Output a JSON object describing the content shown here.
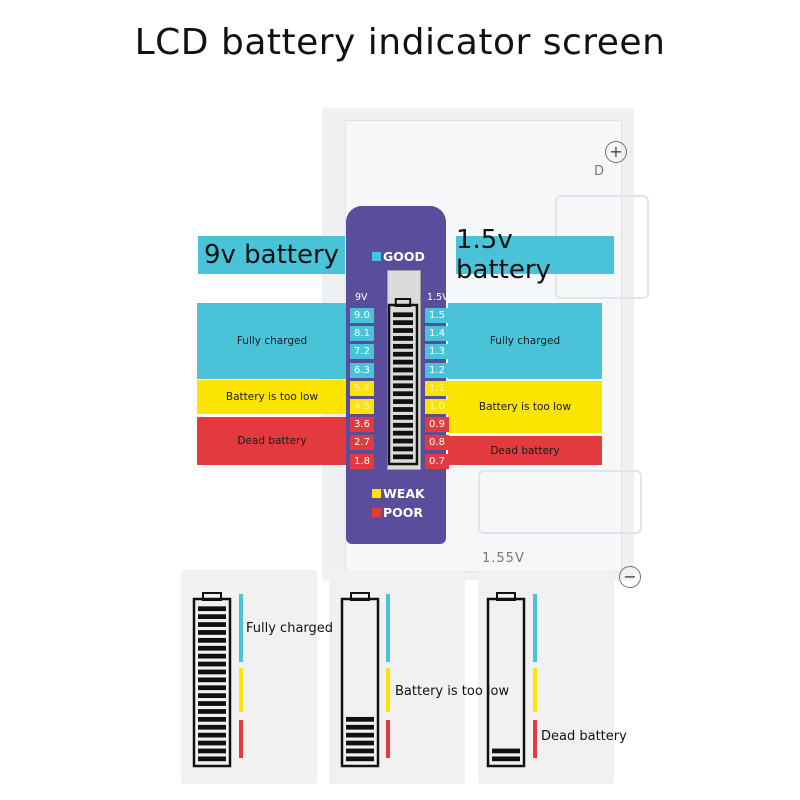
{
  "title": "LCD battery indicator screen",
  "device": {
    "d_label": "D",
    "voltage_label": "1.55V",
    "plus_symbol": "+",
    "minus_symbol": "−"
  },
  "tester": {
    "good_label": "GOOD",
    "weak_label": "WEAK",
    "poor_label": "POOR",
    "header_9v": "9V",
    "header_1_5v": "1.5V",
    "scale_9v": [
      "9.0",
      "8.1",
      "7.2",
      "6.3",
      "5.4",
      "4.5",
      "3.6",
      "2.7",
      "1.8"
    ],
    "scale_1_5v": [
      "1.5",
      "1.4",
      "1.3",
      "1.2",
      "1.1",
      "1.0",
      "0.9",
      "0.8",
      "0.7"
    ],
    "lcd_level_fraction": 1.0
  },
  "legend": {
    "left_title": "9v battery",
    "right_title": "1.5v battery",
    "fully_charged": "Fully charged",
    "too_low": "Battery is too low",
    "dead": "Dead battery"
  },
  "examples": [
    {
      "caption": "Fully charged",
      "level_fraction": 1.0
    },
    {
      "caption": "Battery is too low",
      "level_fraction": 0.3
    },
    {
      "caption": "Dead battery",
      "level_fraction": 0.12
    }
  ],
  "colors": {
    "good": "#4ac3d9",
    "weak": "#fbe400",
    "poor": "#e23a3f",
    "tester": "#5a4d9b"
  }
}
